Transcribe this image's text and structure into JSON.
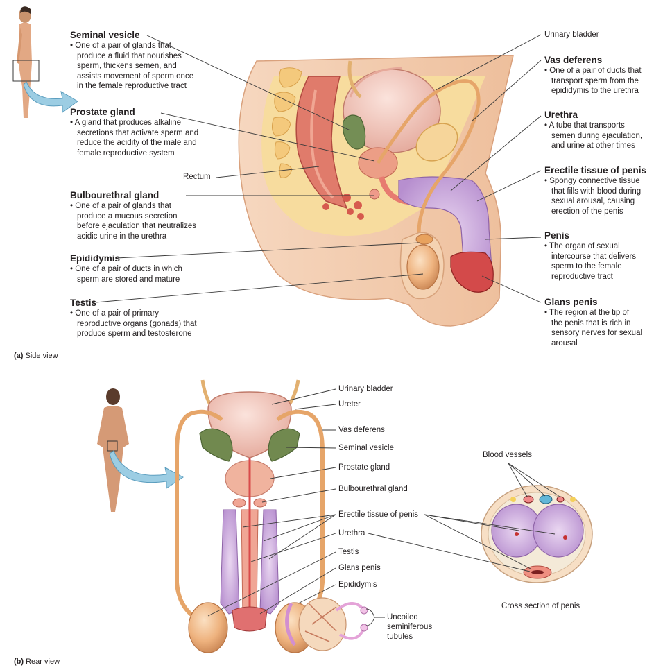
{
  "side_view": {
    "caption_letter": "(a)",
    "caption_text": "Side view",
    "labels": [
      {
        "title": "Seminal vesicle",
        "desc": "• One of a pair of glands that\nproduce a fluid that nourishes\nsperm, thickens semen, and\nassists movement of sperm once\nin the female reproductive tract"
      },
      {
        "title": "Prostate gland",
        "desc": "• A gland that produces alkaline\nsecretions that activate sperm and\nreduce the acidity of the male and\nfemale reproductive system"
      },
      {
        "title": "Bulbourethral gland",
        "desc": "• One of a pair of glands that\nproduce a mucous secretion\nbefore ejaculation that neutralizes\nacidic urine in the urethra"
      },
      {
        "title": "Epididymis",
        "desc": "• One of a pair of ducts in which\nsperm are stored and mature"
      },
      {
        "title": "Testis",
        "desc": "• One of a pair of primary\nreproductive organs (gonads) that\nproduce sperm and testosterone"
      },
      {
        "title": "Vas deferens",
        "desc": "• One of a pair of ducts that\ntransport sperm from the\nepididymis to the urethra"
      },
      {
        "title": "Urethra",
        "desc": "• A tube that transports\nsemen during ejaculation,\nand urine at other times"
      },
      {
        "title": "Erectile tissue of penis",
        "desc": "• Spongy connective tissue\nthat fills with blood during\nsexual arousal, causing\nerection of the penis"
      },
      {
        "title": "Penis",
        "desc": "• The organ of sexual\nintercourse that delivers\nsperm to the female\nreproductive tract"
      },
      {
        "title": "Glans penis",
        "desc": "• The region at the tip of\nthe penis that is rich in\nsensory nerves for sexual\narousal"
      }
    ],
    "simple_labels": {
      "urinary_bladder": "Urinary bladder",
      "rectum": "Rectum"
    }
  },
  "rear_view": {
    "caption_letter": "(b)",
    "caption_text": "Rear view",
    "labels": [
      "Urinary bladder",
      "Ureter",
      "Vas deferens",
      "Seminal vesicle",
      "Prostate gland",
      "Bulbourethral gland",
      "Erectile tissue of penis",
      "Urethra",
      "Testis",
      "Glans penis",
      "Epididymis"
    ],
    "tubules_label": "Uncoiled\nseminiferous\ntubules",
    "blood_vessels": "Blood vessels",
    "cross_section_caption": "Cross section of penis"
  },
  "colors": {
    "skin": "#f2c9a8",
    "flesh": "#e8997d",
    "bladder": "#f0c1b4",
    "vesicle": "#6f8a52",
    "erectile": "#c9a6d6",
    "duct": "#e7b27e",
    "arrow": "#8ec3dc"
  }
}
